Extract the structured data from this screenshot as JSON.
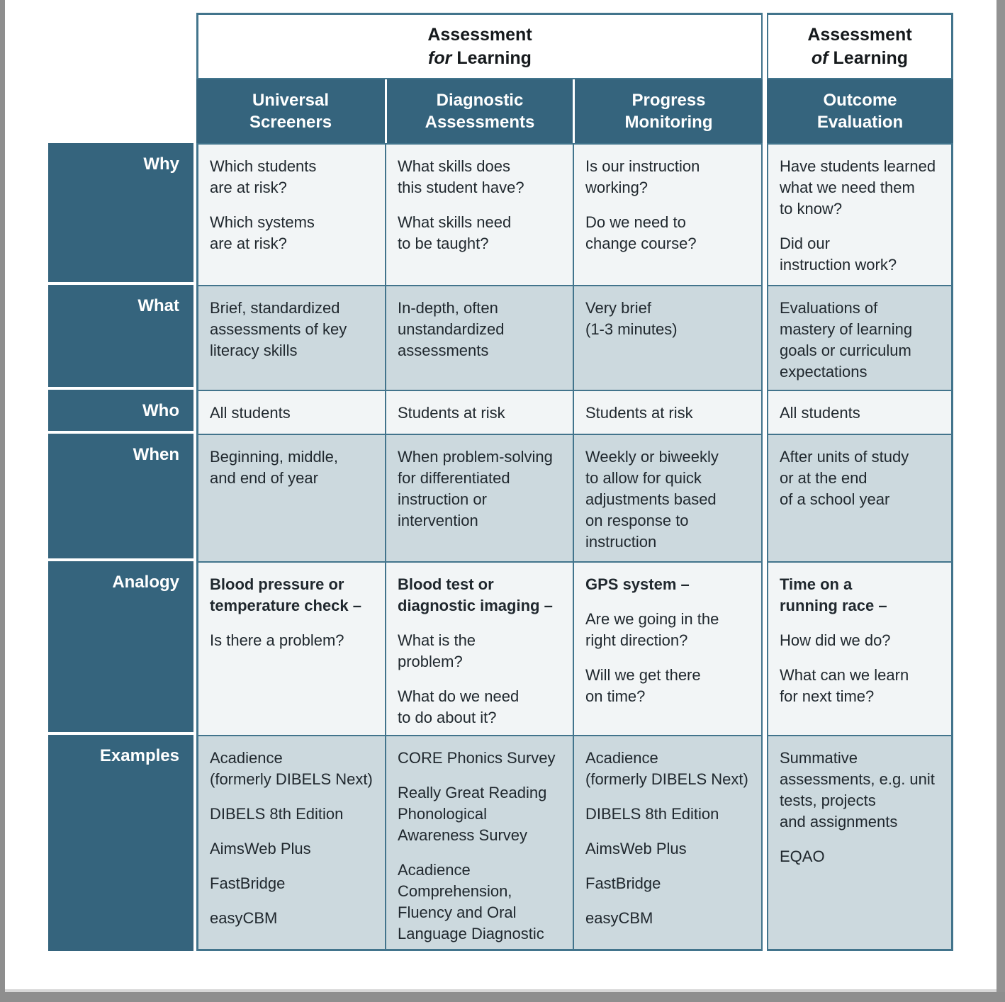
{
  "group_headers": [
    {
      "line1": "Assessment",
      "emph": "for",
      "post": "Learning"
    },
    {
      "line1": "Assessment",
      "emph": "of",
      "post": "Learning"
    }
  ],
  "columns": [
    {
      "label": "Universal\nScreeners"
    },
    {
      "label": "Diagnostic\nAssessments"
    },
    {
      "label": "Progress\nMonitoring"
    },
    {
      "label": "Outcome\nEvaluation"
    }
  ],
  "rows": [
    {
      "label": "Why",
      "cells": [
        {
          "paras": [
            "Which students\nare at risk?",
            "Which systems\nare at risk?"
          ]
        },
        {
          "paras": [
            "What skills does\nthis student have?",
            "What skills need\nto be taught?"
          ]
        },
        {
          "paras": [
            "Is our instruction\nworking?",
            "Do we need to\nchange course?"
          ]
        },
        {
          "paras": [
            "Have students learned\nwhat we need them\nto know?",
            "Did our\ninstruction work?"
          ]
        }
      ]
    },
    {
      "label": "What",
      "cells": [
        {
          "paras": [
            "Brief, standardized\nassessments of key\nliteracy skills"
          ]
        },
        {
          "paras": [
            "In-depth, often\nunstandardized\nassessments"
          ]
        },
        {
          "paras": [
            "Very brief\n(1-3 minutes)"
          ]
        },
        {
          "paras": [
            "Evaluations of\nmastery of learning\ngoals or curriculum\nexpectations"
          ]
        }
      ]
    },
    {
      "label": "Who",
      "cells": [
        {
          "paras": [
            "All students"
          ]
        },
        {
          "paras": [
            "Students at risk"
          ]
        },
        {
          "paras": [
            "Students at risk"
          ]
        },
        {
          "paras": [
            "All students"
          ]
        }
      ]
    },
    {
      "label": "When",
      "cells": [
        {
          "paras": [
            "Beginning, middle,\nand end of year"
          ]
        },
        {
          "paras": [
            "When problem-solving\nfor differentiated\ninstruction or\nintervention"
          ]
        },
        {
          "paras": [
            "Weekly or biweekly\nto allow for quick\nadjustments based\non response to\ninstruction"
          ]
        },
        {
          "paras": [
            "After units of study\nor at the end\nof a school year"
          ]
        }
      ]
    },
    {
      "label": "Analogy",
      "cells": [
        {
          "lead": "Blood pressure or\ntemperature check –",
          "paras": [
            "Is there a problem?"
          ]
        },
        {
          "lead": "Blood test or\ndiagnostic imaging –",
          "paras": [
            "What is the\nproblem?",
            "What do we need\nto do about it?"
          ]
        },
        {
          "lead": "GPS system –",
          "paras": [
            "Are we going in the\nright direction?",
            "Will we get there\non time?"
          ]
        },
        {
          "lead": "Time on a\nrunning race –",
          "paras": [
            "How did we do?",
            "What can we learn\nfor next time?"
          ]
        }
      ]
    },
    {
      "label": "Examples",
      "cells": [
        {
          "paras": [
            "Acadience\n(formerly DIBELS Next)",
            "DIBELS 8th Edition",
            "AimsWeb Plus",
            "FastBridge",
            "easyCBM"
          ]
        },
        {
          "paras": [
            "CORE Phonics Survey",
            "Really Great Reading\nPhonological\nAwareness Survey",
            "Acadience\nComprehension,\nFluency and Oral\nLanguage Diagnostic"
          ]
        },
        {
          "paras": [
            "Acadience\n(formerly DIBELS Next)",
            "DIBELS 8th Edition",
            "AimsWeb Plus",
            "FastBridge",
            "easyCBM"
          ]
        },
        {
          "paras": [
            "Summative\nassessments, e.g. unit\ntests, projects\nand assignments",
            "EQAO"
          ]
        }
      ]
    }
  ],
  "colors": {
    "teal_header": "#35647d",
    "cell_border": "#42748c",
    "row_light": "#f2f5f6",
    "row_mid": "#ccd9de",
    "text": "#20282e"
  }
}
